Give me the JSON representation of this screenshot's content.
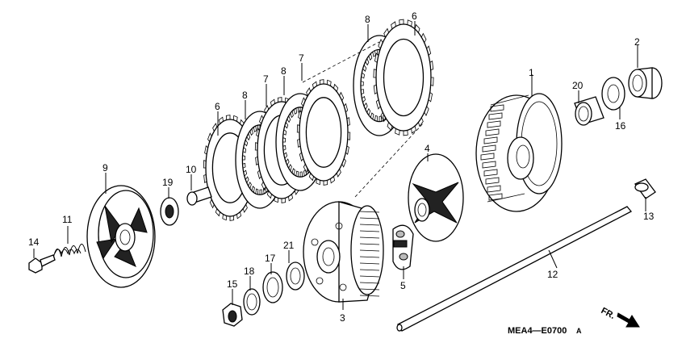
{
  "diagram": {
    "callouts": [
      {
        "id": "c1",
        "label": "1"
      },
      {
        "id": "c2",
        "label": "2"
      },
      {
        "id": "c3",
        "label": "3"
      },
      {
        "id": "c4",
        "label": "4"
      },
      {
        "id": "c5",
        "label": "5"
      },
      {
        "id": "c6a",
        "label": "6"
      },
      {
        "id": "c6b",
        "label": "6"
      },
      {
        "id": "c7a",
        "label": "7"
      },
      {
        "id": "c7b",
        "label": "7"
      },
      {
        "id": "c8a",
        "label": "8"
      },
      {
        "id": "c8b",
        "label": "8"
      },
      {
        "id": "c8c",
        "label": "8"
      },
      {
        "id": "c9",
        "label": "9"
      },
      {
        "id": "c10",
        "label": "10"
      },
      {
        "id": "c11",
        "label": "11"
      },
      {
        "id": "c12",
        "label": "12"
      },
      {
        "id": "c13",
        "label": "13"
      },
      {
        "id": "c14",
        "label": "14"
      },
      {
        "id": "c15",
        "label": "15"
      },
      {
        "id": "c16",
        "label": "16"
      },
      {
        "id": "c17",
        "label": "17"
      },
      {
        "id": "c18",
        "label": "18"
      },
      {
        "id": "c19",
        "label": "19"
      },
      {
        "id": "c20",
        "label": "20"
      },
      {
        "id": "c21",
        "label": "21"
      }
    ],
    "diagram_code": "MEA4—E0700",
    "diagram_code_suffix": "A",
    "direction_label": "FR."
  }
}
